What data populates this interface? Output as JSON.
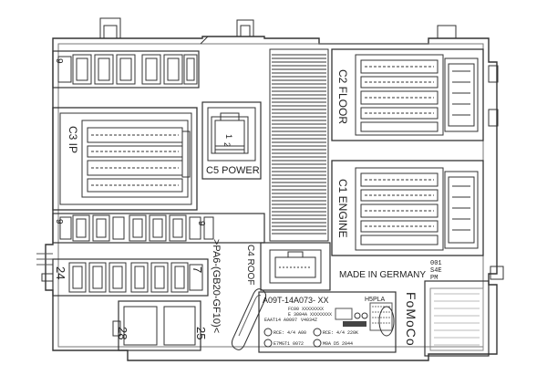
{
  "connectors": {
    "c2": "C2 FLOOR",
    "c3": "C3 IP",
    "c5": "C5 POWER",
    "c1": "C1 ENGINE",
    "c4": "C4 ROOF"
  },
  "pins": {
    "c5_pin1": "1",
    "c5_pin2": "2"
  },
  "fuse_rows": {
    "top_left_number": "9",
    "mid_left_number": "9",
    "mid_right_number": "9",
    "lower_left_number": "24",
    "lower_right_number": "7",
    "bottom_left_number": "28",
    "bottom_right_number": "25"
  },
  "markings": {
    "material": ">PA6-(GB20-GF10)<",
    "origin": "MADE IN GERMANY",
    "corner_code_1": "001",
    "corner_code_2": "S4E",
    "corner_code_3": "PM",
    "part_number": "A09T-14A073- XX",
    "label_code": "H5PLA",
    "brand": "FoMoCo",
    "small_1": "FC00 XXXXXXXX",
    "small_2": "E 3004A XXXXXXXX",
    "small_3": "EAAT14 A0097",
    "small_4": "V4034Z",
    "small_5": "RCE: 4/4 A00",
    "small_6": "RCE: 4/4 220K",
    "small_7": "E7MGT1 0072",
    "small_8": "M0A D5 2044"
  }
}
